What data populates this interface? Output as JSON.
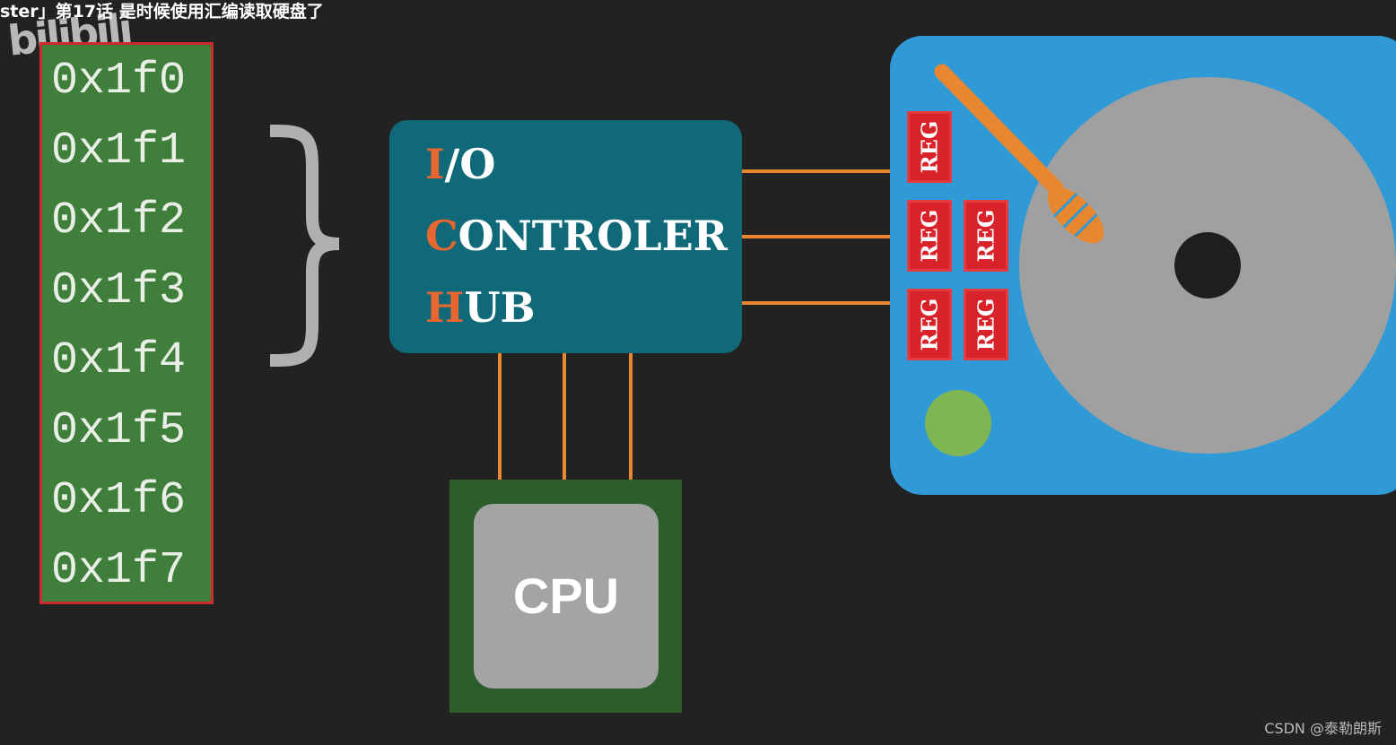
{
  "header": {
    "video_title": "ster」第17话 是时候使用汇编读取硬盘了",
    "logo_text": "bilibili"
  },
  "ports": [
    "0x1f0",
    "0x1f1",
    "0x1f2",
    "0x1f3",
    "0x1f4",
    "0x1f5",
    "0x1f6",
    "0x1f7"
  ],
  "hub": {
    "line1": {
      "accent": "I",
      "rest": "/O"
    },
    "line2": {
      "accent": "C",
      "rest": "ONTROLER"
    },
    "line3": {
      "accent": "H",
      "rest": "UB"
    }
  },
  "cpu": {
    "label": "CPU"
  },
  "disk": {
    "registers": [
      "REG",
      "REG",
      "REG",
      "REG",
      "REG"
    ]
  },
  "watermark": "CSDN @泰勒朗斯",
  "colors": {
    "background": "#222222",
    "port_fill": "#3f7f3b",
    "port_border": "#cc2b2b",
    "hub_fill": "#0f6978",
    "hub_accent": "#e8662f",
    "wire": "#e8872f",
    "disk_fill": "#2f9ad6",
    "platter": "#a0a0a0",
    "register": "#d8232a",
    "status_led": "#7fb552",
    "cpu_package": "#2b5e2b",
    "cpu_die": "#a4a4a4"
  }
}
